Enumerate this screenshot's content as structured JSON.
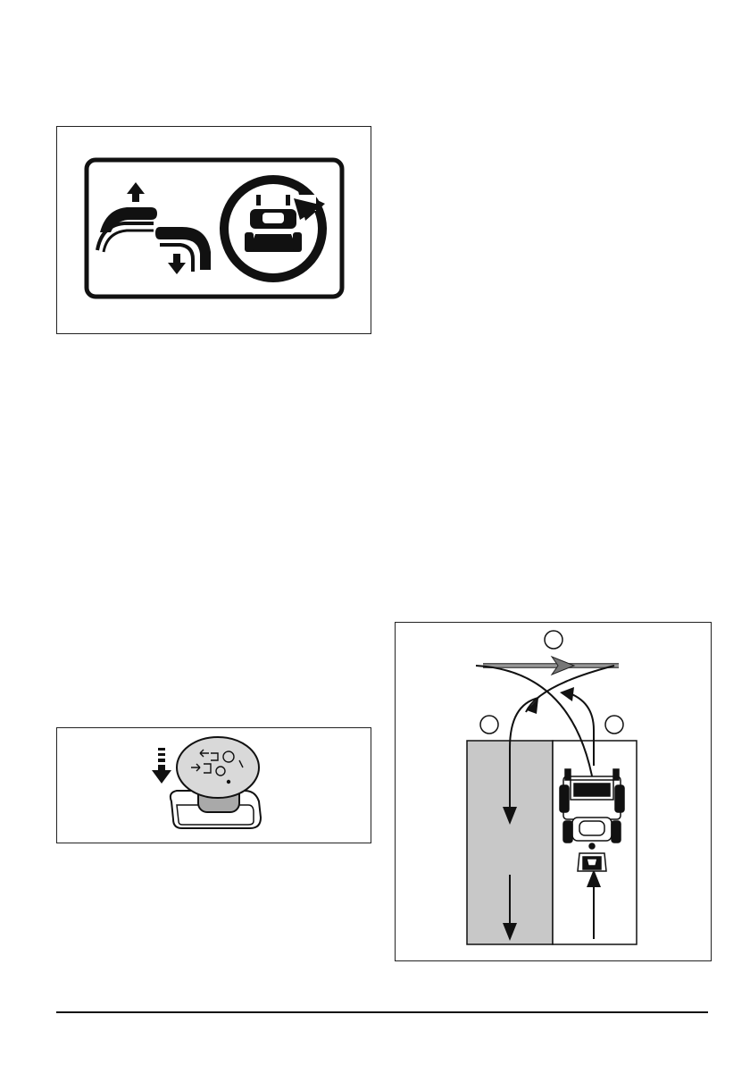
{
  "figures": [
    {
      "name": "drive-lever-label",
      "icons": [
        "lever-up-arrow-icon",
        "lever-down-arrow-icon",
        "rotating-tractor-icon"
      ]
    },
    {
      "name": "push-button-control",
      "icons": [
        "push-down-arrow-icon",
        "knob-symbols-icon"
      ]
    },
    {
      "name": "mowing-pattern",
      "icons": [
        "mower-icon",
        "direction-arrow-icon"
      ]
    }
  ],
  "colors": {
    "ink": "#111111",
    "mowed": "#c8c8c8",
    "curve": "#777777"
  }
}
